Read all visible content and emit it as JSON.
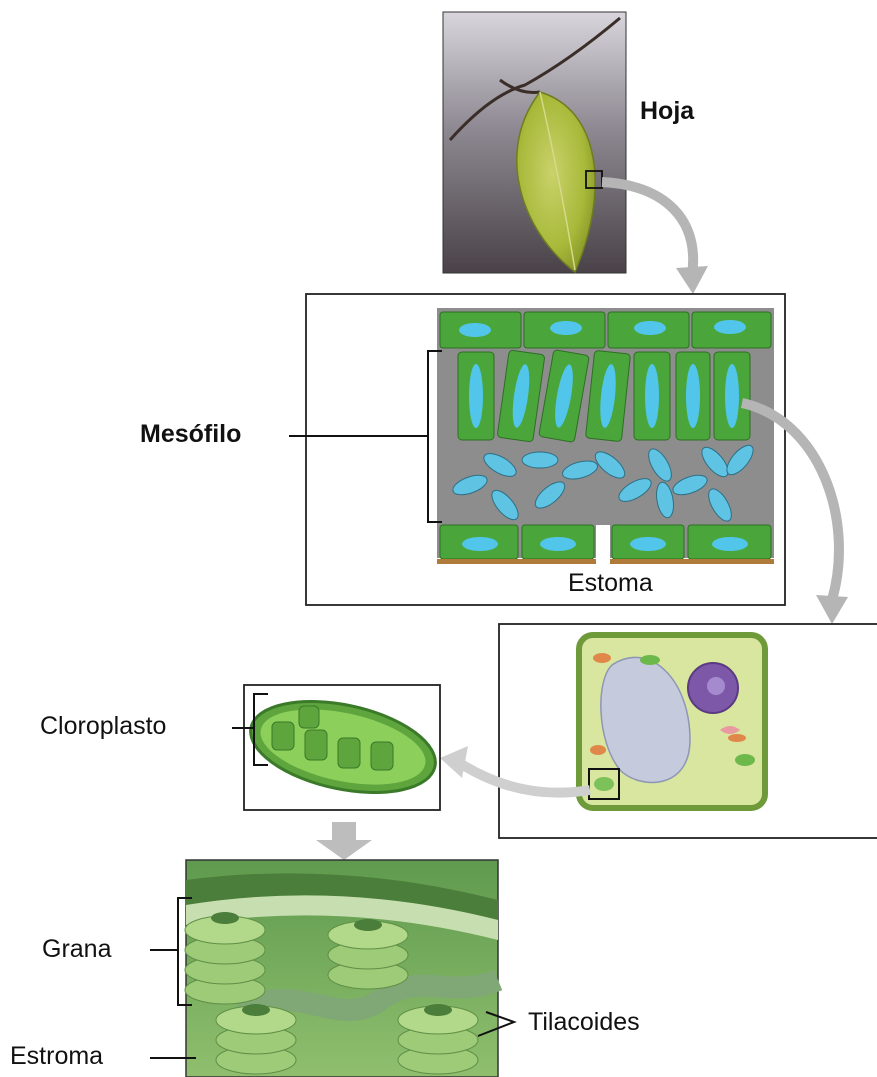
{
  "labels": {
    "leaf": "Hoja",
    "mesophyll": "Mesófilo",
    "stoma": "Estoma",
    "chloroplast": "Cloroplasto",
    "grana": "Grana",
    "stroma": "Estroma",
    "thylakoids": "Tilacoides"
  }
}
